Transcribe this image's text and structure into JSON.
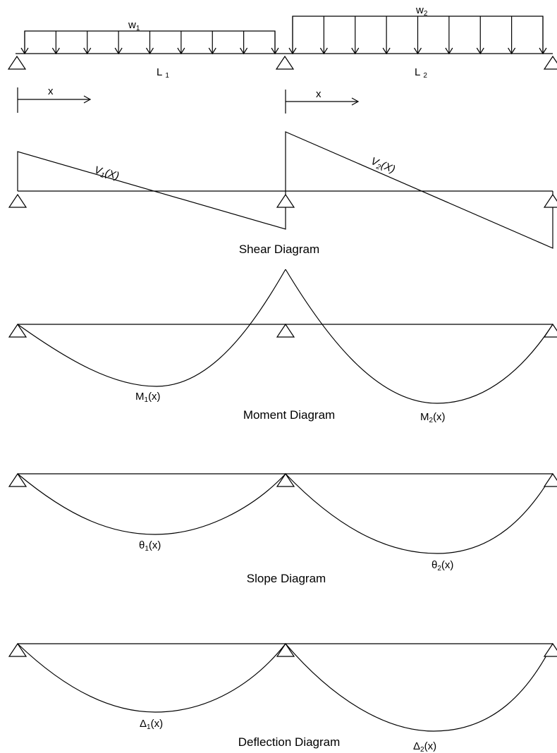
{
  "loads": {
    "w1": {
      "main": "w",
      "sub": "1"
    },
    "w2": {
      "main": "w",
      "sub": "2"
    }
  },
  "spans": {
    "L1": {
      "main": "L",
      "sub": "1"
    },
    "L2": {
      "main": "L",
      "sub": "2"
    }
  },
  "x_marker": "x",
  "shear": {
    "v1": {
      "main": "V",
      "sub": "1",
      "arg": "(X)"
    },
    "v2": {
      "main": "V",
      "sub": "2",
      "arg": "(X)"
    },
    "caption": "Shear Diagram"
  },
  "moment": {
    "m1": {
      "main": "M",
      "sub": "1",
      "arg": "(x)"
    },
    "m2": {
      "main": "M",
      "sub": "2",
      "arg": "(x)"
    },
    "caption": "Moment Diagram"
  },
  "slope": {
    "t1": {
      "main": "θ",
      "sub": "1",
      "arg": "(x)"
    },
    "t2": {
      "main": "θ",
      "sub": "2",
      "arg": "(x)"
    },
    "caption": "Slope Diagram"
  },
  "deflection": {
    "d1": {
      "main": "Δ",
      "sub": "1",
      "arg": "(x)"
    },
    "d2": {
      "main": "Δ",
      "sub": "2",
      "arg": "(x)"
    },
    "caption": "Deflection Diagram"
  }
}
